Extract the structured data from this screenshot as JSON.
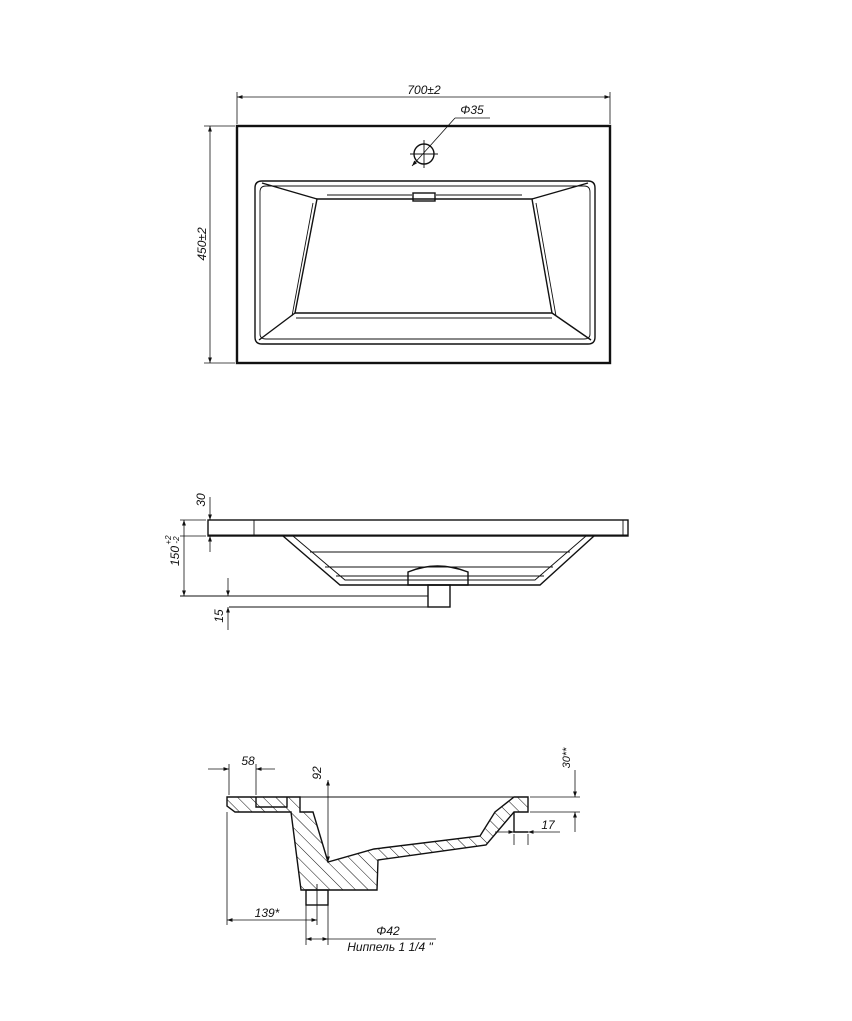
{
  "plan_view": {
    "width_dim": "700±2",
    "depth_dim": "450±2",
    "hole_dim": "Φ35"
  },
  "side_view": {
    "slab_dim": "30",
    "height_dim_base": "150",
    "height_tol_plus": "+2",
    "height_tol_minus": "-2",
    "bottom_dim": "15"
  },
  "section_view": {
    "rim_dim": "58",
    "depth_dim": "92",
    "edge_dim": "30**",
    "right_dim": "17",
    "drain_offset_dim": "139*",
    "drain_dia_dim": "Φ42",
    "nipple_label": "Ниппель 1 1/4 \""
  }
}
